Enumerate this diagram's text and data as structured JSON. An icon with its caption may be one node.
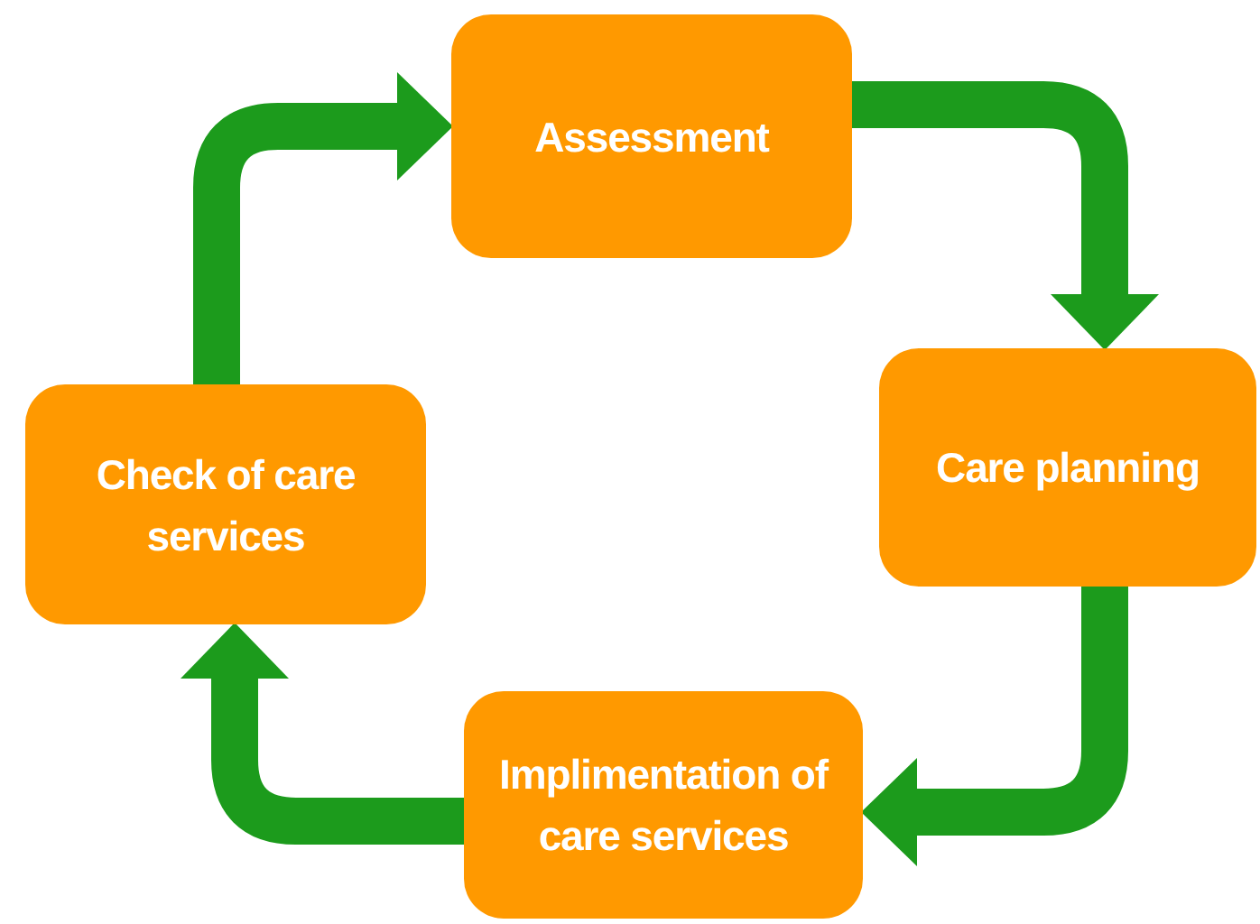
{
  "diagram": {
    "nodes": [
      {
        "text": [
          "Assessment"
        ]
      },
      {
        "text": [
          "Care planning"
        ]
      },
      {
        "text": [
          "Implimentation of care services"
        ]
      },
      {
        "text": [
          "Check of care services"
        ]
      }
    ],
    "edges": [
      {
        "from": 0,
        "to": 1,
        "arrow": "to"
      },
      {
        "from": 1,
        "to": 2,
        "arrow": "to"
      },
      {
        "from": 2,
        "to": 3,
        "arrow": "to"
      },
      {
        "from": 3,
        "to": 0,
        "arrow": "to"
      }
    ]
  }
}
